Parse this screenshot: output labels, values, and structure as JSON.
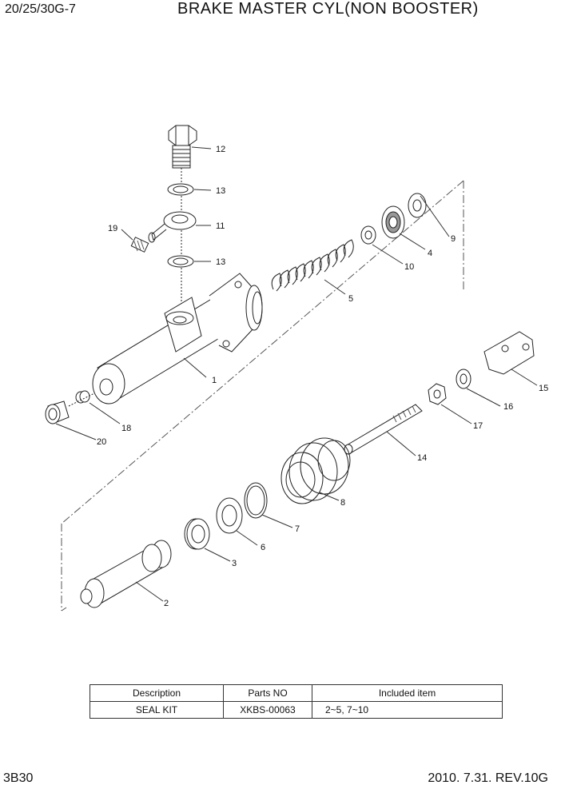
{
  "header": {
    "model": "20/25/30G-7",
    "title": "BRAKE MASTER CYL(NON BOOSTER)"
  },
  "footer": {
    "page": "3B30",
    "date_rev": "2010. 7.31.  REV.10G"
  },
  "callouts": [
    "1",
    "2",
    "3",
    "4",
    "5",
    "6",
    "7",
    "8",
    "9",
    "10",
    "11",
    "12",
    "13",
    "13",
    "14",
    "15",
    "16",
    "17",
    "18",
    "19",
    "20"
  ],
  "table": {
    "headers": [
      "Description",
      "Parts NO",
      "Included item"
    ],
    "rows": [
      [
        "SEAL KIT",
        "XKBS-00063",
        "2~5, 7~10"
      ]
    ]
  }
}
